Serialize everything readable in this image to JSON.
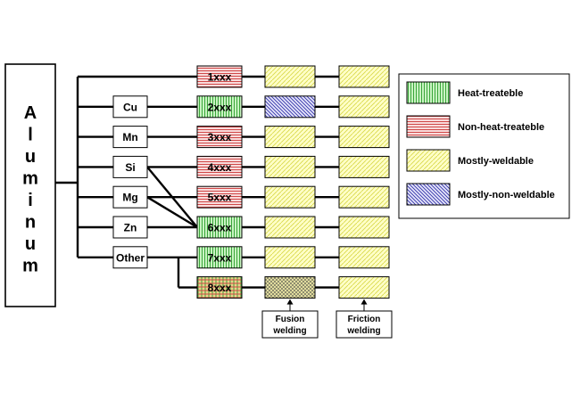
{
  "root": {
    "letters": [
      "A",
      "l",
      "u",
      "m",
      "i",
      "n",
      "u",
      "m"
    ]
  },
  "elements": [
    "Cu",
    "Mn",
    "Si",
    "Mg",
    "Zn",
    "Other"
  ],
  "series": [
    {
      "label": "1xxx",
      "pattern": "non-heat",
      "fusion": "weld",
      "friction": "weld"
    },
    {
      "label": "2xxx",
      "pattern": "heat",
      "fusion": "nonweld",
      "friction": "weld"
    },
    {
      "label": "3xxx",
      "pattern": "non-heat",
      "fusion": "weld",
      "friction": "weld"
    },
    {
      "label": "4xxx",
      "pattern": "non-heat",
      "fusion": "weld",
      "friction": "weld"
    },
    {
      "label": "5xxx",
      "pattern": "non-heat",
      "fusion": "weld",
      "friction": "weld"
    },
    {
      "label": "6xxx",
      "pattern": "heat",
      "fusion": "weld",
      "friction": "weld"
    },
    {
      "label": "7xxx",
      "pattern": "heat",
      "fusion": "weld",
      "friction": "weld"
    },
    {
      "label": "8xxx",
      "pattern": "both",
      "fusion": "mixed",
      "friction": "weld"
    }
  ],
  "bottom_labels": {
    "fusion": [
      "Fusion",
      "welding"
    ],
    "friction": [
      "Friction",
      "welding"
    ]
  },
  "legend": [
    {
      "label": "Heat-treateble",
      "pattern": "heat"
    },
    {
      "label": "Non-heat-treateble",
      "pattern": "non-heat"
    },
    {
      "label": "Mostly-weldable",
      "pattern": "weld"
    },
    {
      "label": "Mostly-non-weldable",
      "pattern": "nonweld"
    }
  ],
  "colors": {
    "heat_bg": "#c9f3c2",
    "heat_line": "#3aa63a",
    "nonheat_bg": "#f8dcdc",
    "nonheat_line": "#d04848",
    "weld_bg": "#ffffc8",
    "weld_line": "#d9d94a",
    "nonweld_bg": "#e4e4fa",
    "nonweld_line": "#3030a8"
  }
}
